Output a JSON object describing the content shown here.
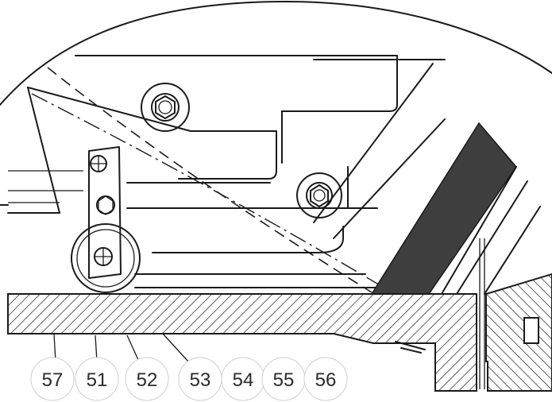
{
  "figure": {
    "background_color": "#ffffff",
    "line_color": "#1a1a1a",
    "seal_fill_color": "#3e3e3e",
    "callouts": [
      {
        "id": "callout-57",
        "label": "57"
      },
      {
        "id": "callout-51",
        "label": "51"
      },
      {
        "id": "callout-52",
        "label": "52"
      },
      {
        "id": "callout-53",
        "label": "53"
      },
      {
        "id": "callout-54",
        "label": "54"
      },
      {
        "id": "callout-55",
        "label": "55"
      },
      {
        "id": "callout-56",
        "label": "56"
      }
    ]
  }
}
